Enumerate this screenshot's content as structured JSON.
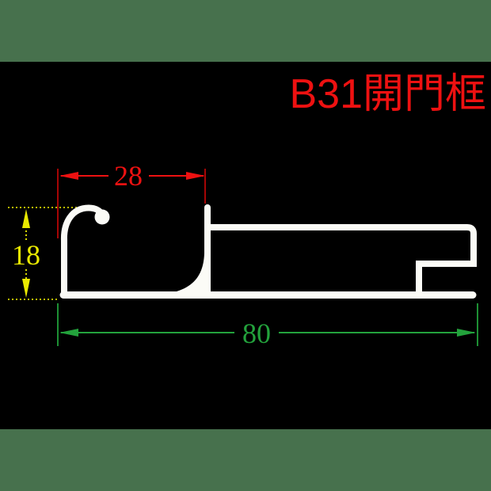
{
  "page": {
    "background_color": "#47714d",
    "canvas_color": "#000000"
  },
  "title": {
    "text": "B31開門框",
    "color": "#ee1111"
  },
  "profile": {
    "color": "#fbfbf6"
  },
  "dimensions": {
    "top_width": {
      "value": "28",
      "color": "#ee1111",
      "extension_color": "#a50505",
      "orientation": "horizontal"
    },
    "left_height": {
      "value": "18",
      "color": "#e9e900",
      "extension_color": "#b9b900",
      "orientation": "vertical",
      "line_style": "dotted"
    },
    "bottom_width": {
      "value": "80",
      "color": "#23a23c",
      "extension_color": "#1d8f34",
      "orientation": "horizontal"
    }
  }
}
